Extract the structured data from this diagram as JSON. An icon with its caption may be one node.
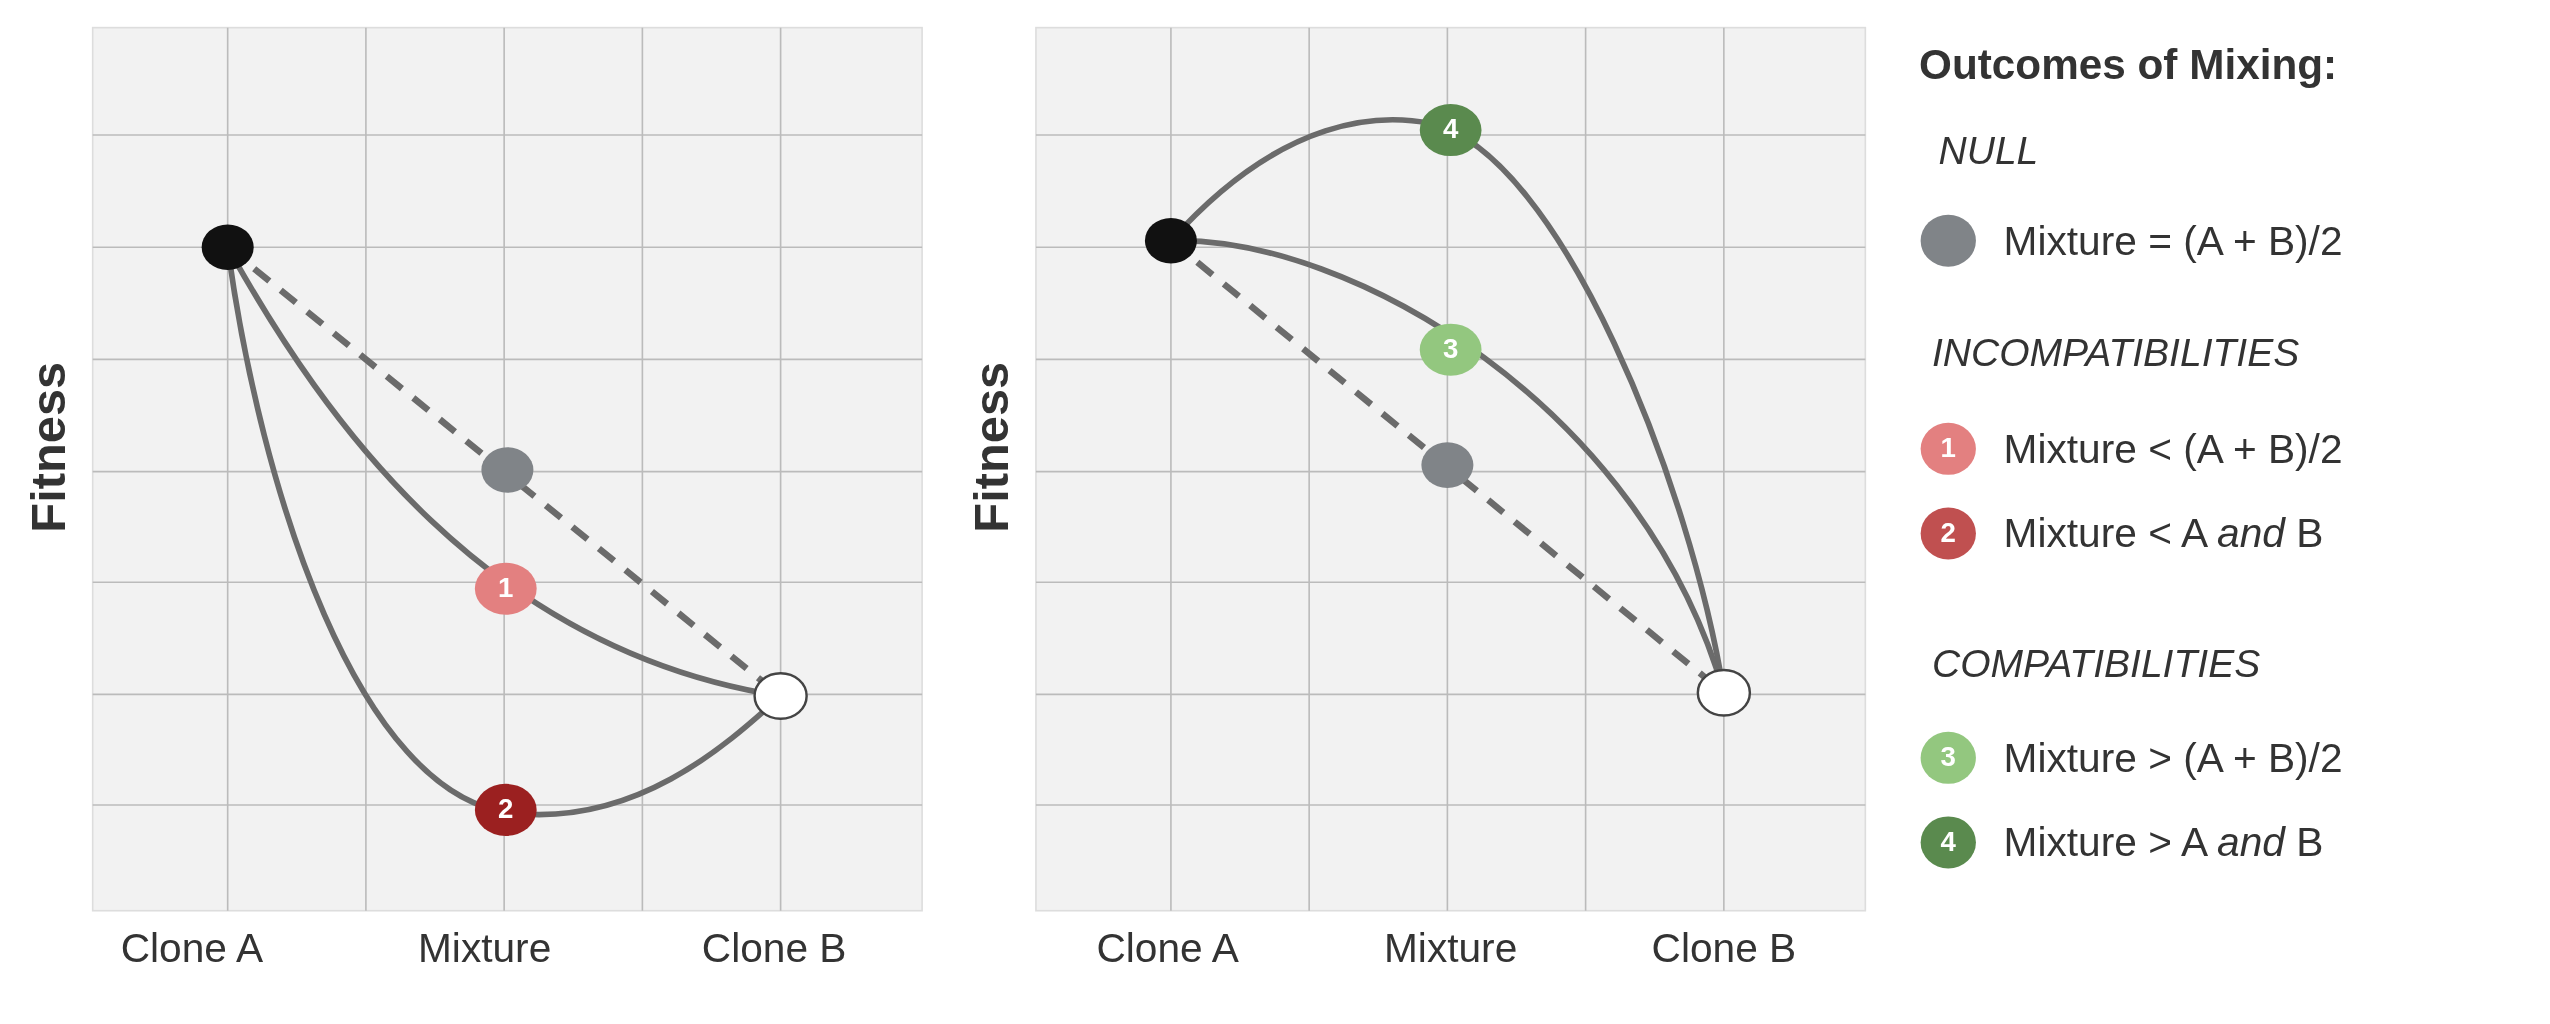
{
  "diagram": {
    "title": "Outcomes of Mixing:",
    "nodes": [
      {
        "text": [
          "1"
        ]
      },
      {
        "text": [
          "2"
        ]
      },
      {
        "text": [
          "4"
        ]
      },
      {
        "text": [
          "3"
        ]
      }
    ],
    "labels": [
      "Fitness",
      "Clone A",
      "Mixture",
      "Clone B",
      "Fitness",
      "Clone A",
      "Mixture",
      "Clone B",
      "NULL",
      "INCOMPATIBILITIES",
      "1",
      "2",
      "COMPATIBILITIES",
      "3",
      "4"
    ],
    "legend": [
      {
        "text": "Mixture = (A + B)/2",
        "color": "#808488"
      },
      {
        "text": "Mixture < (A + B)/2",
        "color": "#e38080"
      },
      {
        "text": "Mixture < A *and* B",
        "color": "#c05050"
      },
      {
        "text": "Mixture > (A + B)/2",
        "color": "#93c77f"
      },
      {
        "text": "Mixture > A *and* B",
        "color": "#5a8a4e"
      }
    ]
  }
}
